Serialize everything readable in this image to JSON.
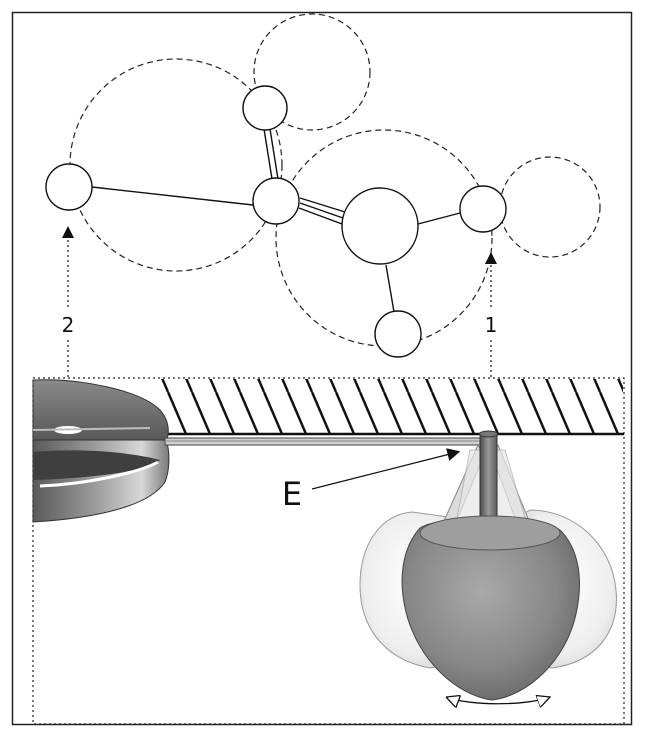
{
  "figure": {
    "callouts": {
      "arrow_2": "2",
      "arrow_1": "1",
      "letter_e": "E"
    }
  }
}
